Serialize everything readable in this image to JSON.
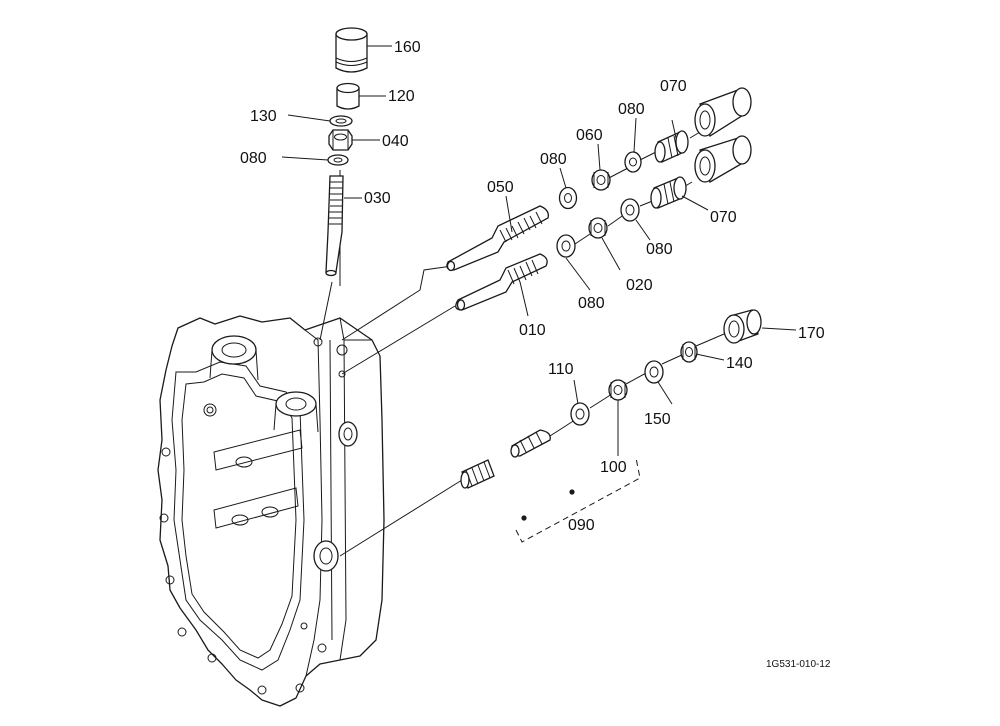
{
  "labels": {
    "p160": "160",
    "p120": "120",
    "p130": "130",
    "p040": "040",
    "p080a": "080",
    "p030": "030",
    "p070a": "070",
    "p080b": "080",
    "p060": "060",
    "p080c": "080",
    "p050": "050",
    "p070b": "070",
    "p080d": "080",
    "p020": "020",
    "p080e": "080",
    "p010": "010",
    "p170": "170",
    "p140": "140",
    "p110": "110",
    "p150": "150",
    "p100": "100",
    "p090": "090"
  },
  "reference": "1G531-010-12"
}
